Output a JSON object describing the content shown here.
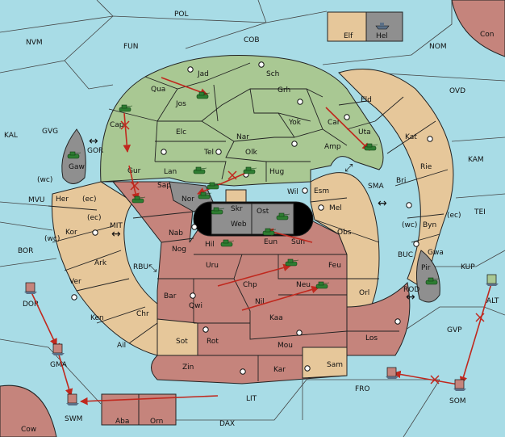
{
  "colors": {
    "sea": "#a8dce6",
    "green": "#a9c893",
    "tan": "#e6c79a",
    "red": "#c5847c",
    "gray": "#8f8f8f",
    "move": "#c0281e",
    "army": "#2e7d32"
  },
  "icons": {
    "army": "tank-icon",
    "fleet": "ship-icon",
    "supply": "supply-center-icon",
    "order": "move-arrow-icon",
    "conflict": "x-mark-icon"
  },
  "sea_labels": {
    "POL": "POL",
    "NVM": "NVM",
    "FUN": "FUN",
    "COB": "COB",
    "NOM": "NOM",
    "OVD": "OVD",
    "KAL": "KAL",
    "GVG": "GVG",
    "KAM": "KAM",
    "TEI": "TEI",
    "MVU": "MVU",
    "BOR": "BOR",
    "SMA": "SMA",
    "BUC": "BUC",
    "KUP": "KUP",
    "GVP": "GVP",
    "RBU": "RBU",
    "MIT": "MIT",
    "GOR": "GOR",
    "ROD": "ROD",
    "ALT": "ALT",
    "FRO": "FRO",
    "LIT": "LIT",
    "DAX": "DAX",
    "SOM": "SOM",
    "SWM": "SWM",
    "GMA": "GMA",
    "DOR": "DOR"
  },
  "provinces": {
    "Elf": "Elf",
    "Hel": "Hel",
    "Con": "Con",
    "Jad": "Jad",
    "Sch": "Sch",
    "Qua": "Qua",
    "Jos": "Jos",
    "Grh": "Grh",
    "Eld": "Eld",
    "Car": "Car",
    "Cap": "Cap",
    "Elc": "Elc",
    "Nar": "Nar",
    "Yok": "Yok",
    "Uta": "Uta",
    "Amp": "Amp",
    "Kat": "Kat",
    "Tel": "Tel",
    "Olk": "Olk",
    "Gaw": "Gaw",
    "Gur": "Gur",
    "Lan": "Lan",
    "Hug": "Hug",
    "Rie": "Rie",
    "Bri": "Bri",
    "Wil": "Wil",
    "Esm": "Esm",
    "Nor": "Nor",
    "Sap": "Sap",
    "Skr": "Skr",
    "Her": "Her",
    "Ost": "Ost",
    "Mel": "Mel",
    "Web": "Web",
    "Byn": "Byn",
    "Kor": "Kor",
    "Nab": "Nab",
    "Eun": "Eun",
    "Sun": "Sun",
    "Obs": "Obs",
    "Gwa": "Gwa",
    "Hil": "Hil",
    "Nog": "Nog",
    "Ark": "Ark",
    "Uru": "Uru",
    "Feu": "Feu",
    "Pir": "Pir",
    "Chp": "Chp",
    "Ver": "Ver",
    "Neu": "Neu",
    "Bar": "Bar",
    "Qwi": "Qwi",
    "Nil": "Nil",
    "Orl": "Orl",
    "Chr": "Chr",
    "Ken": "Ken",
    "Kaa": "Kaa",
    "Sot": "Sot",
    "Rot": "Rot",
    "Los": "Los",
    "Mou": "Mou",
    "Ail": "Ail",
    "Sam": "Sam",
    "Zin": "Zin",
    "Kar": "Kar",
    "Aba": "Aba",
    "Orn": "Orn",
    "Cow": "Cow"
  },
  "coast_tags": {
    "wc1": "(wc)",
    "ec1": "(ec)",
    "ec2": "(ec)",
    "wc2": "(wc)",
    "wc3": "(wc)",
    "ec3": "(ec)"
  },
  "straits": {
    "gor": "↔",
    "mit": "↔",
    "rbu": "⤡",
    "sma1": "⤢",
    "sma2": "↔",
    "rod": "↔"
  }
}
